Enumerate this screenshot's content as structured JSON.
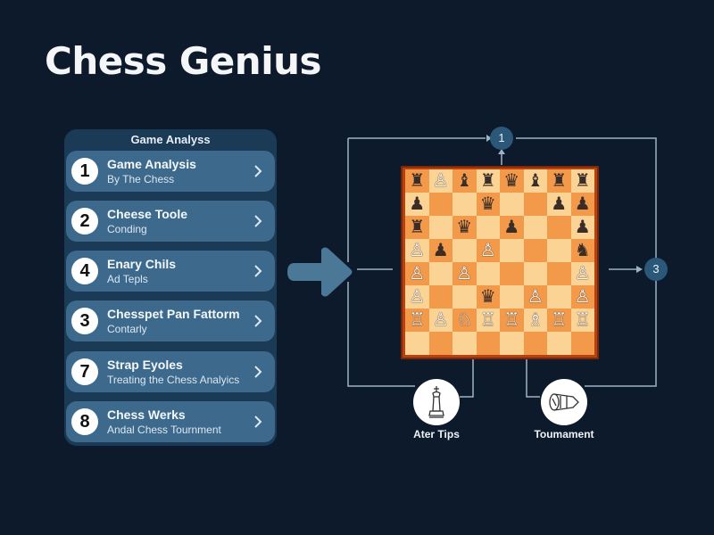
{
  "app": {
    "title": "Chess Genius"
  },
  "panel": {
    "header": "Game Analyss",
    "items": [
      {
        "number": "1",
        "title": "Game Analysis",
        "subtitle": "By The Chess"
      },
      {
        "number": "2",
        "title": "Cheese Toole",
        "subtitle": "Conding"
      },
      {
        "number": "4",
        "title": "Enary Chils",
        "subtitle": "Ad Tepls"
      },
      {
        "number": "3",
        "title": "Chesspet Pan Fattorm",
        "subtitle": "Contarly"
      },
      {
        "number": "7",
        "title": "Strap Eyoles",
        "subtitle": "Treating the Chess Analyics"
      },
      {
        "number": "8",
        "title": "Chess Werks",
        "subtitle": "Andal Chess Tournment"
      }
    ]
  },
  "diagram": {
    "nodes": [
      {
        "id": "node-1",
        "label": "1"
      },
      {
        "id": "node-3",
        "label": "3"
      }
    ],
    "badges": [
      {
        "icon": "king-icon",
        "label": "Ater Tips"
      },
      {
        "icon": "tournament-icon",
        "label": "Toumament"
      }
    ]
  },
  "board": {
    "rows": [
      [
        "b:♜",
        "w:♙",
        "b:♝",
        "b:♜",
        "b:♛",
        "b:♝",
        "b:♜",
        "b:♜"
      ],
      [
        "b:♟",
        "",
        "",
        "b:♛",
        "",
        "",
        "b:♟",
        "b:♟"
      ],
      [
        "b:♜",
        "",
        "b:♛",
        "",
        "b:♟",
        "",
        "",
        "b:♟"
      ],
      [
        "w:♙",
        "b:♟",
        "",
        "w:♙",
        "",
        "",
        "",
        "b:♞"
      ],
      [
        "w:♙",
        "",
        "w:♙",
        "",
        "",
        "",
        "",
        "w:♙"
      ],
      [
        "w:♙",
        "",
        "",
        "b:♛",
        "",
        "w:♙",
        "",
        "w:♙"
      ],
      [
        "w:♖",
        "w:♙",
        "w:♘",
        "w:♖",
        "w:♖",
        "w:♗",
        "w:♖",
        "w:♖"
      ]
    ],
    "row_count": 8
  },
  "colors": {
    "background": "#0d1a2c",
    "panel": "#1b3a55",
    "item": "#3d6a8c",
    "accent_arrow": "#4a7896",
    "board_light": "#fbd394",
    "board_dark": "#f39a4a",
    "board_frame": "#b9400f"
  }
}
